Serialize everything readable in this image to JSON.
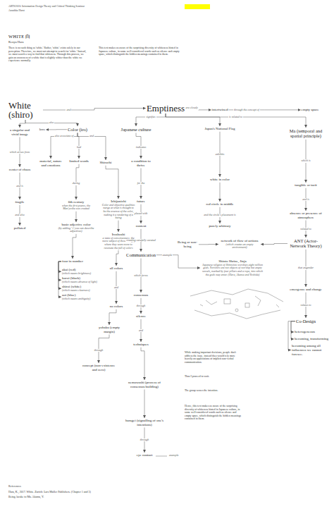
{
  "diagram": {
    "title": "WHITE 白",
    "nodes": [
      {
        "text": [
          "White (shiro)"
        ]
      },
      {
        "text": [
          "Emptiness"
        ]
      },
      {
        "text": [
          "intertwined"
        ]
      },
      {
        "text": [
          "empty space"
        ]
      },
      {
        "text": [
          "a singular and vivid image"
        ]
      },
      {
        "text": [
          "love"
        ]
      },
      {
        "text": [
          "Color (iro)"
        ]
      },
      {
        "text": [
          "Japanese culture"
        ]
      },
      {
        "text": [
          "Japan's National Flag"
        ]
      },
      {
        "text": [
          "Ma (temporal and spatial principle)"
        ]
      },
      {
        "text": [
          "center of chaos"
        ]
      },
      {
        "text": [
          "fragile"
        ]
      },
      {
        "text": [
          "polluted"
        ]
      },
      {
        "text": [
          "material, nature and emotions"
        ]
      },
      {
        "text": [
          "limited words"
        ]
      },
      {
        "text": [
          "Shirochi"
        ]
      },
      {
        "text": [
          "6th century",
          "when the first poems, the Man'yoshu was created"
        ]
      },
      {
        "text": [
          "basic adjective color",
          "(by adding '-i' you can describe adjectives)"
        ]
      },
      {
        "text": [
          "four in number"
        ]
      },
      {
        "text": [
          "akai (red)",
          "(which means brightness)"
        ]
      },
      {
        "text": [
          "kuroi (black)",
          "(which means absence of light)"
        ]
      },
      {
        "text": [
          "shiroi (white)",
          "(which means clearness)"
        ]
      },
      {
        "text": [
          "aoi (blue)",
          "(which means ambiguity)"
        ]
      },
      {
        "text": [
          "Ichijunichi",
          "Color and objective qualities merge at what is thought to be the essence of the color, making it a rendering of a being"
        ]
      },
      {
        "text": [
          "Iroshoshi",
          "a state of consciousness, the more subject of those things, where they seem more to resonate the full of colors"
        ]
      },
      {
        "text": [
          "all colors"
        ]
      },
      {
        "text": [
          "no colors"
        ]
      },
      {
        "text": [
          "yohaku (empty margin)"
        ]
      },
      {
        "text": [
          "concept (non-existence and zero)"
        ]
      },
      {
        "text": [
          "a condition to thrive"
        ]
      },
      {
        "text": [
          "future"
        ]
      },
      {
        "text": [
          "content"
        ]
      },
      {
        "text": [
          "Communication"
        ]
      },
      {
        "text": [
          "consensus"
        ]
      },
      {
        "text": [
          "silence"
        ]
      },
      {
        "text": [
          "techniques"
        ]
      },
      {
        "text": [
          "nemawashi (process of consensus building)"
        ]
      },
      {
        "text": [
          "haragei (signalling of one's intentions)"
        ]
      },
      {
        "text": [
          "eye contact"
        ]
      },
      {
        "text": [
          "Being or non-being"
        ]
      },
      {
        "text": [
          "network of flow of actions",
          "(which creates an empty environment)"
        ]
      },
      {
        "text": [
          "Shinto Shrine, Jinja",
          "Japanese religion of Shintoism worships eight million gods. Yorishiro are not objects of worship but empty vessels, marked by four pillars and a rope, into which the gods may enter. (Hara, Akama and Yoshida)"
        ]
      },
      {
        "text": [
          "white in color"
        ]
      },
      {
        "text": [
          "red circle in middle"
        ]
      },
      {
        "text": [
          "purely arbitrary"
        ]
      },
      {
        "text": [
          "tangible or tacit"
        ]
      },
      {
        "text": [
          "absence or presence of atmosphere"
        ]
      },
      {
        "text": [
          "ANT (Actor-Network Theory)"
        ]
      },
      {
        "text": [
          "emergence and change"
        ]
      },
      {
        "text": [
          "Co-Design"
        ]
      },
      {
        "text": [
          "heterogeneous"
        ]
      },
      {
        "text": [
          "becoming, transforming"
        ]
      },
      {
        "text": [
          "becoming among all influences we cannot foresee."
        ]
      }
    ],
    "edges": [
      {
        "from": 0,
        "to": 1,
        "arrow": "to",
        "label": "and"
      },
      {
        "from": 1,
        "to": 2,
        "arrow": "to",
        "label": "are closely"
      },
      {
        "from": 2,
        "to": 3,
        "arrow": "to",
        "label": "through the concept of"
      },
      {
        "from": 0,
        "to": 4,
        "arrow": "to"
      },
      {
        "from": 0,
        "to": 6,
        "arrow": "to",
        "label": "also"
      },
      {
        "from": 6,
        "to": 5,
        "arrow": "to"
      },
      {
        "from": 1,
        "to": 7,
        "arrow": "to",
        "label": "signifies"
      },
      {
        "from": 1,
        "to": 8,
        "arrow": "to"
      },
      {
        "from": 1,
        "to": 9,
        "arrow": "to",
        "label": "is related to"
      },
      {
        "from": 4,
        "to": 10,
        "arrow": "to",
        "label": "which arises from"
      },
      {
        "from": 10,
        "to": 11,
        "arrow": "to",
        "label": "and is"
      },
      {
        "from": 11,
        "to": 12,
        "arrow": "to",
        "label": "and also"
      },
      {
        "from": 6,
        "to": 13,
        "arrow": "to",
        "label": "also associate of"
      },
      {
        "from": 6,
        "to": 14,
        "arrow": "to",
        "label": "had"
      },
      {
        "from": 6,
        "to": 15,
        "arrow": "to",
        "label": "and"
      },
      {
        "from": 14,
        "to": 16,
        "arrow": "to",
        "label": "during"
      },
      {
        "from": 16,
        "to": 17,
        "arrow": "to"
      },
      {
        "from": 17,
        "to": 18,
        "arrow": "to"
      },
      {
        "from": 18,
        "to": 19,
        "arrow": "to"
      },
      {
        "from": 18,
        "to": 20,
        "arrow": "to"
      },
      {
        "from": 18,
        "to": 21,
        "arrow": "to"
      },
      {
        "from": 18,
        "to": 22,
        "arrow": "to"
      },
      {
        "from": 15,
        "to": 23,
        "arrow": "to"
      },
      {
        "from": 23,
        "to": 24,
        "arrow": "to"
      },
      {
        "from": 24,
        "to": 25,
        "arrow": "to"
      },
      {
        "from": 25,
        "to": 26,
        "arrow": "to",
        "label": "and"
      },
      {
        "from": 26,
        "to": 27,
        "arrow": "to"
      },
      {
        "from": 27,
        "to": 28,
        "arrow": "to",
        "label": "through"
      },
      {
        "from": 7,
        "to": 29,
        "arrow": "to",
        "label": "indicates"
      },
      {
        "from": 29,
        "to": 30,
        "arrow": "to",
        "label": "for the"
      },
      {
        "from": 30,
        "to": 31,
        "arrow": "to",
        "label": "placed with"
      },
      {
        "from": 31,
        "to": 32,
        "arrow": "to",
        "label": "creating carefully curated"
      },
      {
        "from": 32,
        "to": 33,
        "arrow": "to",
        "label": "which forms"
      },
      {
        "from": 33,
        "to": 34,
        "arrow": "to",
        "label": "through"
      },
      {
        "from": 34,
        "to": 35,
        "arrow": "to",
        "label": "and"
      },
      {
        "from": 35,
        "to": 36,
        "arrow": "to"
      },
      {
        "from": 36,
        "to": 37,
        "arrow": "to"
      },
      {
        "from": 37,
        "to": 38,
        "arrow": "to",
        "label": "through"
      },
      {
        "from": 32,
        "to": 41,
        "arrow": "to",
        "label": "example"
      },
      {
        "from": 39,
        "to": 40,
        "arrow": "to"
      },
      {
        "from": 47,
        "to": 40,
        "arrow": "to"
      },
      {
        "from": 8,
        "to": 42,
        "arrow": "to",
        "label": "exhibits"
      },
      {
        "from": 42,
        "to": 43,
        "arrow": "to"
      },
      {
        "from": 43,
        "to": 44,
        "arrow": "to",
        "label": "and the circle's placement is"
      },
      {
        "from": 9,
        "to": 45,
        "arrow": "to",
        "label": "which is"
      },
      {
        "from": 45,
        "to": 46,
        "arrow": "to",
        "label": "and is"
      },
      {
        "from": 46,
        "to": 47,
        "arrow": "to",
        "label": "related to"
      },
      {
        "from": 47,
        "to": 48,
        "arrow": "to",
        "label": "that engender"
      },
      {
        "from": 48,
        "to": 49,
        "arrow": "to",
        "label": "relates to"
      },
      {
        "from": 49,
        "to": 50,
        "arrow": "to"
      },
      {
        "from": 49,
        "to": 51,
        "arrow": "to"
      },
      {
        "from": 49,
        "to": 52,
        "arrow": "to"
      }
    ],
    "labels": [
      "ARTS2010: Information Design Theory and Critical Thinking Seminar",
      "Anushka Hurst",
      "Kenya Hara",
      "There is no such thing as 'white.' Rather, 'white' exists solely in our perception. Therefore, we must not attempt to search for 'white.' Instead, we must search a way to find that whiteness. Through this process, we gain an awareness of a white that is slightly whiter than the white we experience normally.",
      "This text makes us aware of the surprising diversity of whiteness hinted in Japanese culture, in some well-considered words such as silence and empty space, which distinguish the hidden meanings contained in them.",
      "While making important decisions, people don't address the issue, instead they would rely more heavily on applications of implicit non-verbal communication.",
      "Thus I proceed to wait.",
      "The group senses the intention.",
      "Hence, this text makes us aware of the surprising diversity of whiteness hinted in Japanese culture, in some well-considered words such as silence and empty space, which distinguish the hidden meanings contained in them.",
      "example",
      "References",
      "Hara, K., 2017. White. Zurich: Lars Muller Publishers. (Chapter 1 and 3)",
      "Being Awake to Ma. Akama, Y."
    ]
  }
}
